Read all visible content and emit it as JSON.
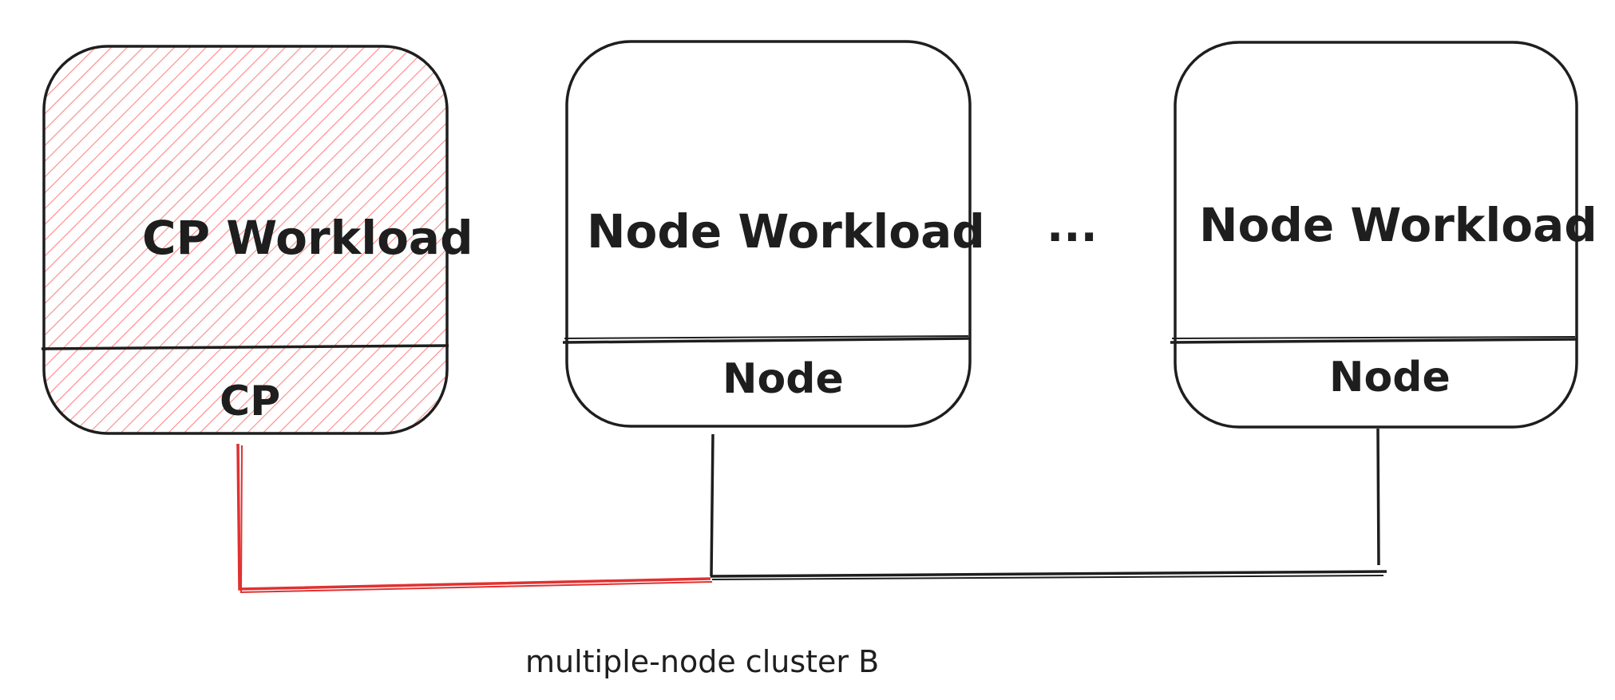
{
  "diagram": {
    "nodes": [
      {
        "id": "cp",
        "top_label": "CP Workload",
        "bottom_label": "CP",
        "highlighted": true
      },
      {
        "id": "node1",
        "top_label": "Node Workload",
        "bottom_label": "Node",
        "highlighted": false
      },
      {
        "id": "node2",
        "top_label": "Node Workload",
        "bottom_label": "Node",
        "highlighted": false
      }
    ],
    "ellipsis": "...",
    "caption": "multiple-node cluster B"
  },
  "colors": {
    "stroke": "#1e1e1e",
    "highlight": "#e03131",
    "hatch": "#ff8787",
    "background": "#ffffff"
  }
}
